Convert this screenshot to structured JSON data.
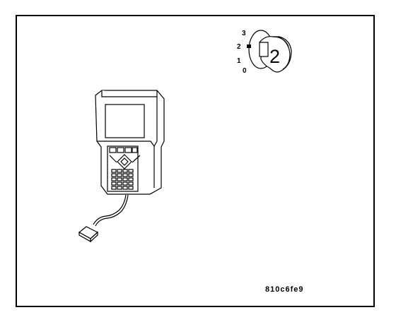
{
  "ignition": {
    "positions": [
      "0",
      "1",
      "2",
      "3"
    ],
    "key_number": "2"
  },
  "reference_code": "810c6fe9",
  "icons": [
    "ignition-key-icon",
    "handheld-tester-icon"
  ]
}
